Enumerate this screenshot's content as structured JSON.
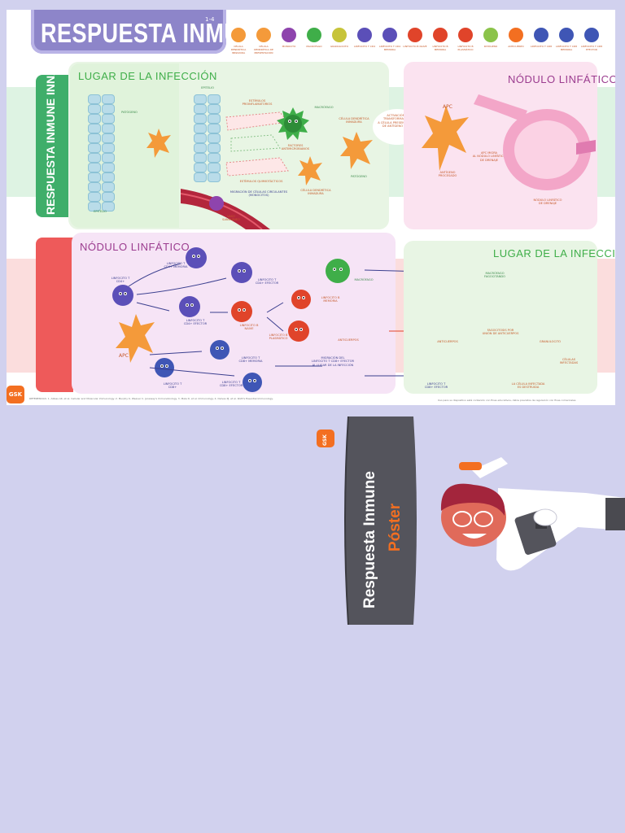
{
  "poster": {
    "title": "RESPUESTA INMUNE",
    "title_superscript": "1-4",
    "legend": [
      {
        "label": "CÉLULA DENDRÍTICA\nINMADURA",
        "color": "#f49a3a"
      },
      {
        "label": "CÉLULA DENDRÍTICA\nDE PRESENTACIÓN",
        "color": "#f49a3a"
      },
      {
        "label": "MONOCITO",
        "color": "#8e44ad"
      },
      {
        "label": "MACRÓFAGO",
        "color": "#3fae49"
      },
      {
        "label": "GRANULOCITO",
        "color": "#c7c43a"
      },
      {
        "label": "LINFOCITO T\nCD4",
        "color": "#5b4fb8"
      },
      {
        "label": "LINFOCITO T\nCD4 MEMORIA",
        "color": "#5b4fb8"
      },
      {
        "label": "LINFOCITO B\nNAIVE",
        "color": "#e0442a"
      },
      {
        "label": "LINFOCITO B\nMEMORIA",
        "color": "#e0442a"
      },
      {
        "label": "LINFOCITO B\nPLASMÁTICO",
        "color": "#e0442a"
      },
      {
        "label": "PATÓGENO",
        "color": "#8bc34a"
      },
      {
        "label": "ANTICUERPO",
        "color": "#f36f21"
      },
      {
        "label": "LINFOCITO T\nCD8",
        "color": "#3f56b5"
      },
      {
        "label": "LINFOCITO T\nCD8 MEMORIA",
        "color": "#3f56b5"
      },
      {
        "label": "LINFOCITO T\nCD8 EFECTOR",
        "color": "#3f56b5"
      }
    ],
    "side_innate": "RESPUESTA INMUNE INNATA",
    "innate_left": {
      "title": "LUGAR DE LA INFECCIÓN",
      "labels": {
        "patogeno": "PATÓGENO",
        "epitelio1": "EPITELIO",
        "epitelio2": "EPITELIO",
        "estimulos_pro": "ESTÍMULOS\nPROINFLAMATORIOS",
        "macrofago": "MACRÓFAGO",
        "factores": "FACTORES\nANTIMICROBIANOS",
        "estimulos_quim": "ESTÍMULOS QUIMIOTÁCTICOS",
        "migracion": "MIGRACIÓN DE CÉLULAS CIRCULANTES\n(MONOCITOS)",
        "vaso": "VASO\nSANGUÍNEO",
        "cel_dend_inm": "CÉLULA DENDRÍTICA\nINMADURA",
        "cel_dend_inm2": "CÉLULA DENDRÍTICA\nINMADURA",
        "patogeno2": "PATÓGENO",
        "activacion": "ACTIVACIÓN Y\nTRANSFORMACIÓN\nA CÉLULA PRESENTADORA\nDE ANTÍGENO (APC)",
        "apc": "APC",
        "antigeno": "ANTÍGENO\nPROCESADO"
      }
    },
    "innate_right": {
      "title": "NÓDULO LINFÁTICO",
      "labels": {
        "apc_migra": "APC MIGRA\nAL NÓDULO LINFÁTICO\nDE DRENAJE",
        "nodulo": "NÓDULO LINFÁTICO\nDE DRENAJE"
      }
    },
    "adapt_left": {
      "title": "NÓDULO LINFÁTICO",
      "labels": {
        "apc": "APC",
        "lt_cd4": "LINFOCITO T\nCD4+",
        "lt_cd4_mem": "LINFOCITO T\nCD4+ MEMORIA",
        "lt_cd4_efe": "LINFOCITO T\nCD4+ EFECTOR",
        "lt_cd4_efe2": "LINFOCITO T\nCD4+ EFECTOR",
        "macrofago": "MACRÓFAGO",
        "lb_memoria": "LINFOCITO B\nMEMORIA",
        "lb_naive": "LINFOCITO B\nNAIVE",
        "lb_plasm": "LINFOCITO B\nPLASMÁTICO",
        "anticuerpos": "ANTICUERPOS",
        "lt_cd8": "LINFOCITO T\nCD8+",
        "lt_cd8_mem": "LINFOCITO T\nCD8+ MEMORIA",
        "lt_cd8_efe": "LINFOCITO T\nCD8+ EFECTOR",
        "migracion": "MIGRACIÓN DEL\nLINFOCITO T CD8+ EFECTOR\nAL LUGAR DE LA INFECCIÓN"
      }
    },
    "adapt_right": {
      "title": "LUGAR DE LA INFECCIÓN",
      "labels": {
        "macrofago_act": "MACRÓFAGO\nFAGOCITANDO",
        "anticuerpos": "ANTICUERPOS",
        "fagocitosis": "FAGOCITOSIS POR\nUNIÓN DE ANTICUERPOS",
        "granulocito": "GRANULOCITO",
        "lt_cd8_efe": "LINFOCITO T\nCD8+ EFECTOR",
        "celula_infect": "LA CÉLULA INFECTADA\nES DESTRUIDA",
        "celulas_inf": "CÉLULAS\nINFECTADAS"
      }
    },
    "gsk": "GSK",
    "footer_ref": "REFERENCIAS: 1. Abbas AK, et al. Cellular and Molecular Immunology. 2. Murphy K, Weaver C. Janeway's Immunobiology. 3. Male D, et al. Immunology. 4. Delves PJ, et al. Roitt's Essential Immunology.",
    "footer_right": "Uso para su dispositivo está contenido con fines educativos, datos previstos de regulación con fines comerciales"
  },
  "booklet": {
    "title": "Respuesta Inmune",
    "subtitle": "Póster",
    "gsk": "GSK",
    "colors": {
      "cover": "#54545c",
      "accent": "#f36f21",
      "background": "#d1d1ee"
    }
  }
}
